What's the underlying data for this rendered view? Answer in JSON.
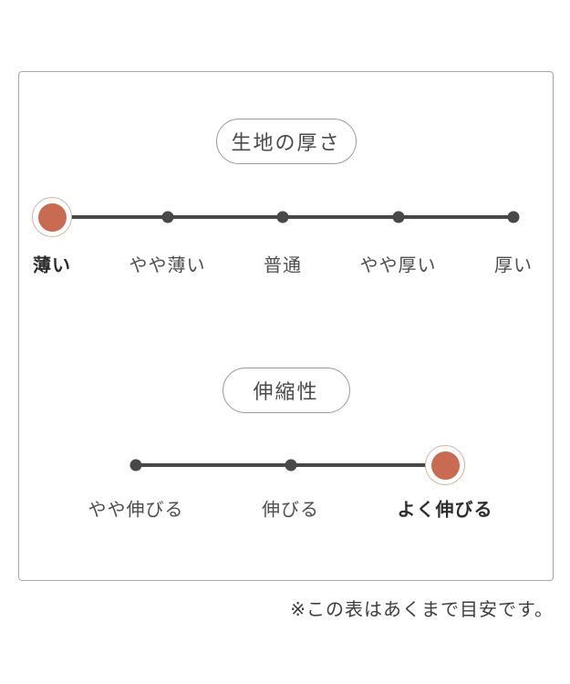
{
  "page": {
    "footer_note": "※この表はあくまで目安です。"
  },
  "thickness": {
    "title": "生地の厚さ",
    "items": [
      {
        "label": "薄い",
        "selected": true
      },
      {
        "label": "やや薄い",
        "selected": false
      },
      {
        "label": "普通",
        "selected": false
      },
      {
        "label": "やや厚い",
        "selected": false
      },
      {
        "label": "厚い",
        "selected": false
      }
    ]
  },
  "stretch": {
    "title": "伸縮性",
    "items": [
      {
        "label": "やや伸びる",
        "selected": false
      },
      {
        "label": "伸びる",
        "selected": false
      },
      {
        "label": "よく伸びる",
        "selected": true
      }
    ]
  },
  "colors": {
    "accent": "#c96a53",
    "accent_ring": "#d0b4a4",
    "scale": "#484848",
    "frame_border": "#a9a9a9"
  },
  "chart_data": [
    {
      "type": "line",
      "title": "生地の厚さ",
      "categories": [
        "薄い",
        "やや薄い",
        "普通",
        "やや厚い",
        "厚い"
      ],
      "selected_category": "薄い",
      "selected_index": 0,
      "legend": false
    },
    {
      "type": "line",
      "title": "伸縮性",
      "categories": [
        "やや伸びる",
        "伸びる",
        "よく伸びる"
      ],
      "selected_category": "よく伸びる",
      "selected_index": 2,
      "legend": false
    }
  ]
}
